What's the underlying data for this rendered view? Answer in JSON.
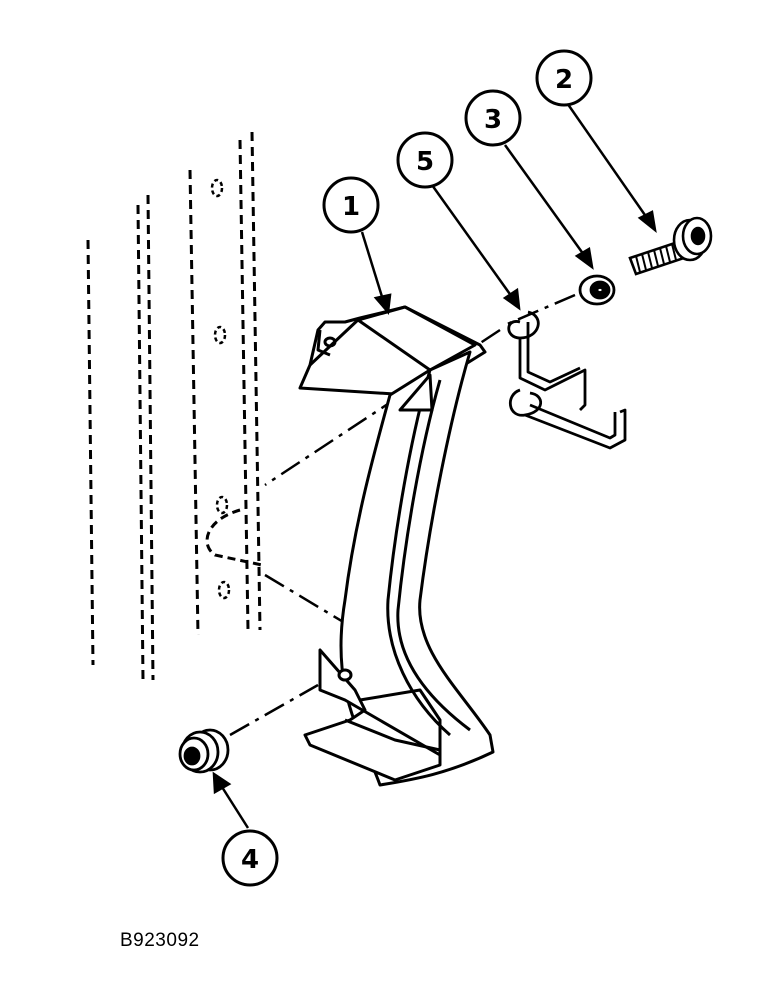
{
  "figure": {
    "id_label": "B923092",
    "ink_color": "#000000",
    "background_color": "#ffffff"
  },
  "callouts": [
    {
      "number": "1",
      "part": "bracket"
    },
    {
      "number": "2",
      "part": "bolt"
    },
    {
      "number": "3",
      "part": "washer"
    },
    {
      "number": "4",
      "part": "nut"
    },
    {
      "number": "5",
      "part": "spring-clip"
    }
  ]
}
